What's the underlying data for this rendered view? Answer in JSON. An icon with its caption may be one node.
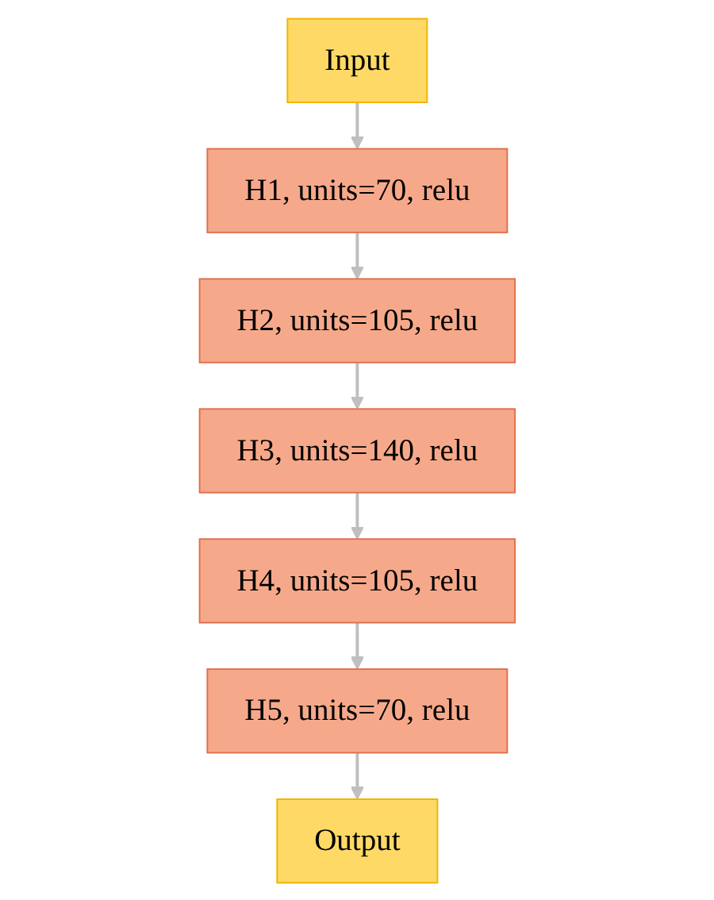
{
  "diagram": {
    "nodes": [
      {
        "text": [
          "Input"
        ]
      },
      {
        "text": [
          "H1, units=70, relu"
        ]
      },
      {
        "text": [
          "H2, units=105, relu"
        ]
      },
      {
        "text": [
          "H3, units=140, relu"
        ]
      },
      {
        "text": [
          "H4, units=105, relu"
        ]
      },
      {
        "text": [
          "H5, units=70, relu"
        ]
      },
      {
        "text": [
          "Output"
        ]
      }
    ],
    "edges": [
      {
        "from": 0,
        "to": 1,
        "arrow": "to"
      },
      {
        "from": 1,
        "to": 2,
        "arrow": "to"
      },
      {
        "from": 2,
        "to": 3,
        "arrow": "to"
      },
      {
        "from": 3,
        "to": 4,
        "arrow": "to"
      },
      {
        "from": 4,
        "to": 5,
        "arrow": "to"
      },
      {
        "from": 5,
        "to": 6,
        "arrow": "to"
      }
    ]
  }
}
